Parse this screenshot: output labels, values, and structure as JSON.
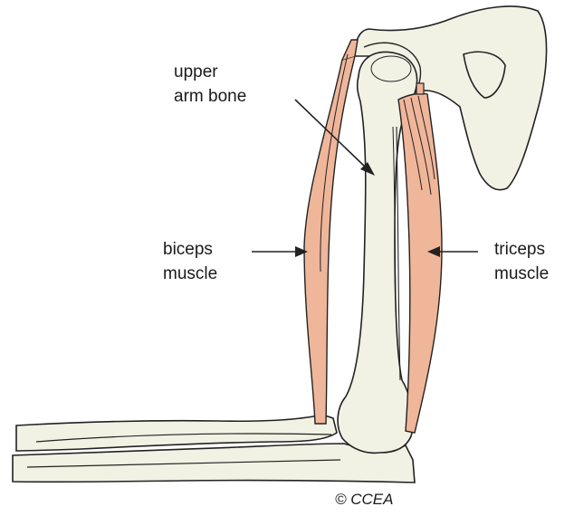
{
  "labels": {
    "bone_line1": "upper",
    "bone_line2": "arm bone",
    "biceps_line1": "biceps",
    "biceps_line2": "muscle",
    "triceps_line1": "triceps",
    "triceps_line2": "muscle"
  },
  "credit": "© CCEA",
  "colors": {
    "bone_fill": "#f1f1e4",
    "muscle_fill": "#f0b69a",
    "outline": "#222222",
    "background": "#ffffff"
  }
}
